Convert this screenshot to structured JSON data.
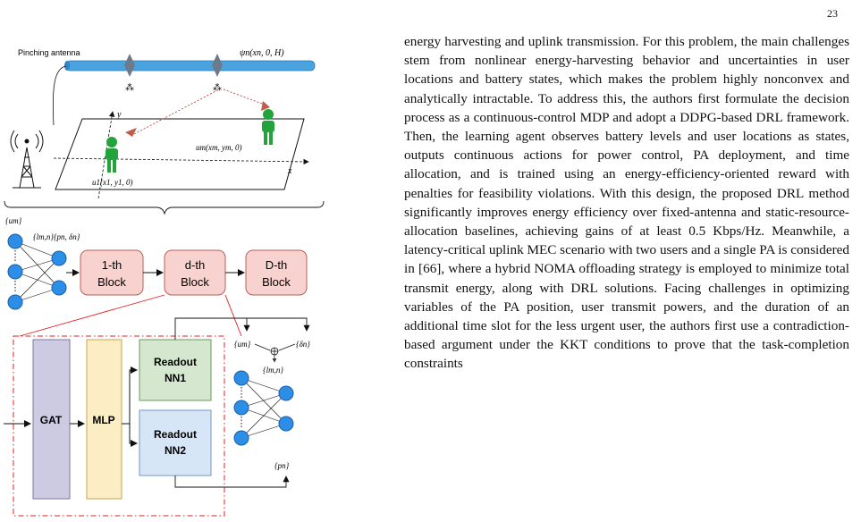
{
  "page": {
    "number": "23"
  },
  "figure": {
    "pinching_antenna_label": "Pinching antenna",
    "psi_label": "ψn(xn, 0, H)",
    "axis_y": "y",
    "axis_x": "x",
    "user_m_label": "um(xm, ym, 0)",
    "user_1_label": "u1(x1, y1, 0)",
    "input_u": "{um}",
    "input_params": "{lm,n}{pn, δn}",
    "block1_line1": "1-th",
    "block1_line2": "Block",
    "blockd_line1": "d-th",
    "blockd_line2": "Block",
    "blockD_line1": "D-th",
    "blockD_line2": "Block",
    "gat": "GAT",
    "mlp": "MLP",
    "readout1_line1": "Readout",
    "readout1_line2": "NN1",
    "readout2_line1": "Readout",
    "readout2_line2": "NN2",
    "out_u": "{um}",
    "out_delta": "{δn}",
    "out_l": "{lm,n}",
    "out_p": "{pn}",
    "colors": {
      "antenna": "#4aa3df",
      "user": "#22a43a",
      "neuron": "#2c8ee6",
      "block_fill": "#f8d2cf",
      "gat_fill": "#cdcbe2",
      "mlp_fill": "#fbeec4",
      "readout1_fill": "#d5e8cf",
      "readout2_fill": "#d6e6f6",
      "dash_red": "#e02020"
    }
  },
  "body_text": "energy harvesting and uplink transmission. For this problem, the main challenges stem from nonlinear energy-harvesting behavior and uncertainties in user locations and battery states, which makes the problem highly nonconvex and analytically intractable. To address this, the authors first formulate the decision process as a continuous-control MDP and adopt a DDPG-based DRL framework. Then, the learning agent observes battery levels and user locations as states, outputs continuous actions for power control, PA deployment, and time allocation, and is trained using an energy-efficiency-oriented reward with penalties for feasibility violations. With this design, the proposed DRL method significantly improves energy efficiency over fixed-antenna and static-resource-allocation baselines, achieving gains of at least 0.5 Kbps/Hz. Meanwhile, a latency-critical uplink MEC scenario with two users and a single PA is considered in [66], where a hybrid NOMA offloading strategy is employed to minimize total transmit energy, along with DRL solutions. Facing challenges in optimizing variables of the PA position, user transmit powers, and the duration of an additional time slot for the less urgent user, the authors first use a contradiction-based argument under the KKT conditions to prove that the task-completion constraints"
}
